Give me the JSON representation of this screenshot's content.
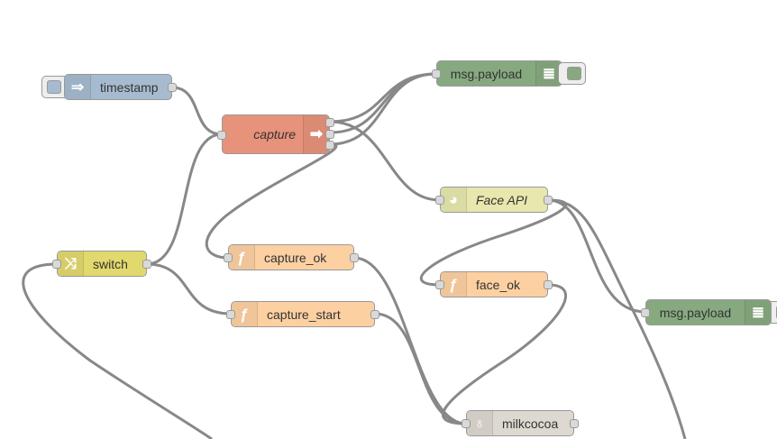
{
  "nodes": {
    "timestamp": {
      "label": "timestamp",
      "color": "#a6bbcf",
      "icon": "inject-arrow-icon"
    },
    "capture": {
      "label": "capture",
      "color": "#e7927a",
      "icon": "link-out-arrow-icon",
      "italic": true
    },
    "debug1": {
      "label": "msg.payload",
      "color": "#87a980",
      "icon": "debug-list-icon"
    },
    "faceapi": {
      "label": "Face API",
      "color": "#e7e7ae",
      "icon": "globe-icon",
      "italic": true
    },
    "switch": {
      "label": "switch",
      "color": "#e2d96e",
      "icon": "switch-icon"
    },
    "capture_ok": {
      "label": "capture_ok",
      "color": "#fdd0a2",
      "icon": "function-icon"
    },
    "capture_start": {
      "label": "capture_start",
      "color": "#fdd0a2",
      "icon": "function-icon"
    },
    "face_ok": {
      "label": "face_ok",
      "color": "#fdd0a2",
      "icon": "function-icon"
    },
    "debug2": {
      "label": "msg.payload",
      "color": "#87a980",
      "icon": "debug-list-icon"
    },
    "milkcocoa": {
      "label": "milkcocoa",
      "color": "#ddd8d0",
      "icon": "milkcocoa-jug-icon"
    }
  },
  "glyphs": {
    "inject": "⇒",
    "arrow": "➡",
    "function": "ƒ",
    "switch": "⤨",
    "globe": "◕",
    "debug": "≣",
    "jug": "♁"
  }
}
